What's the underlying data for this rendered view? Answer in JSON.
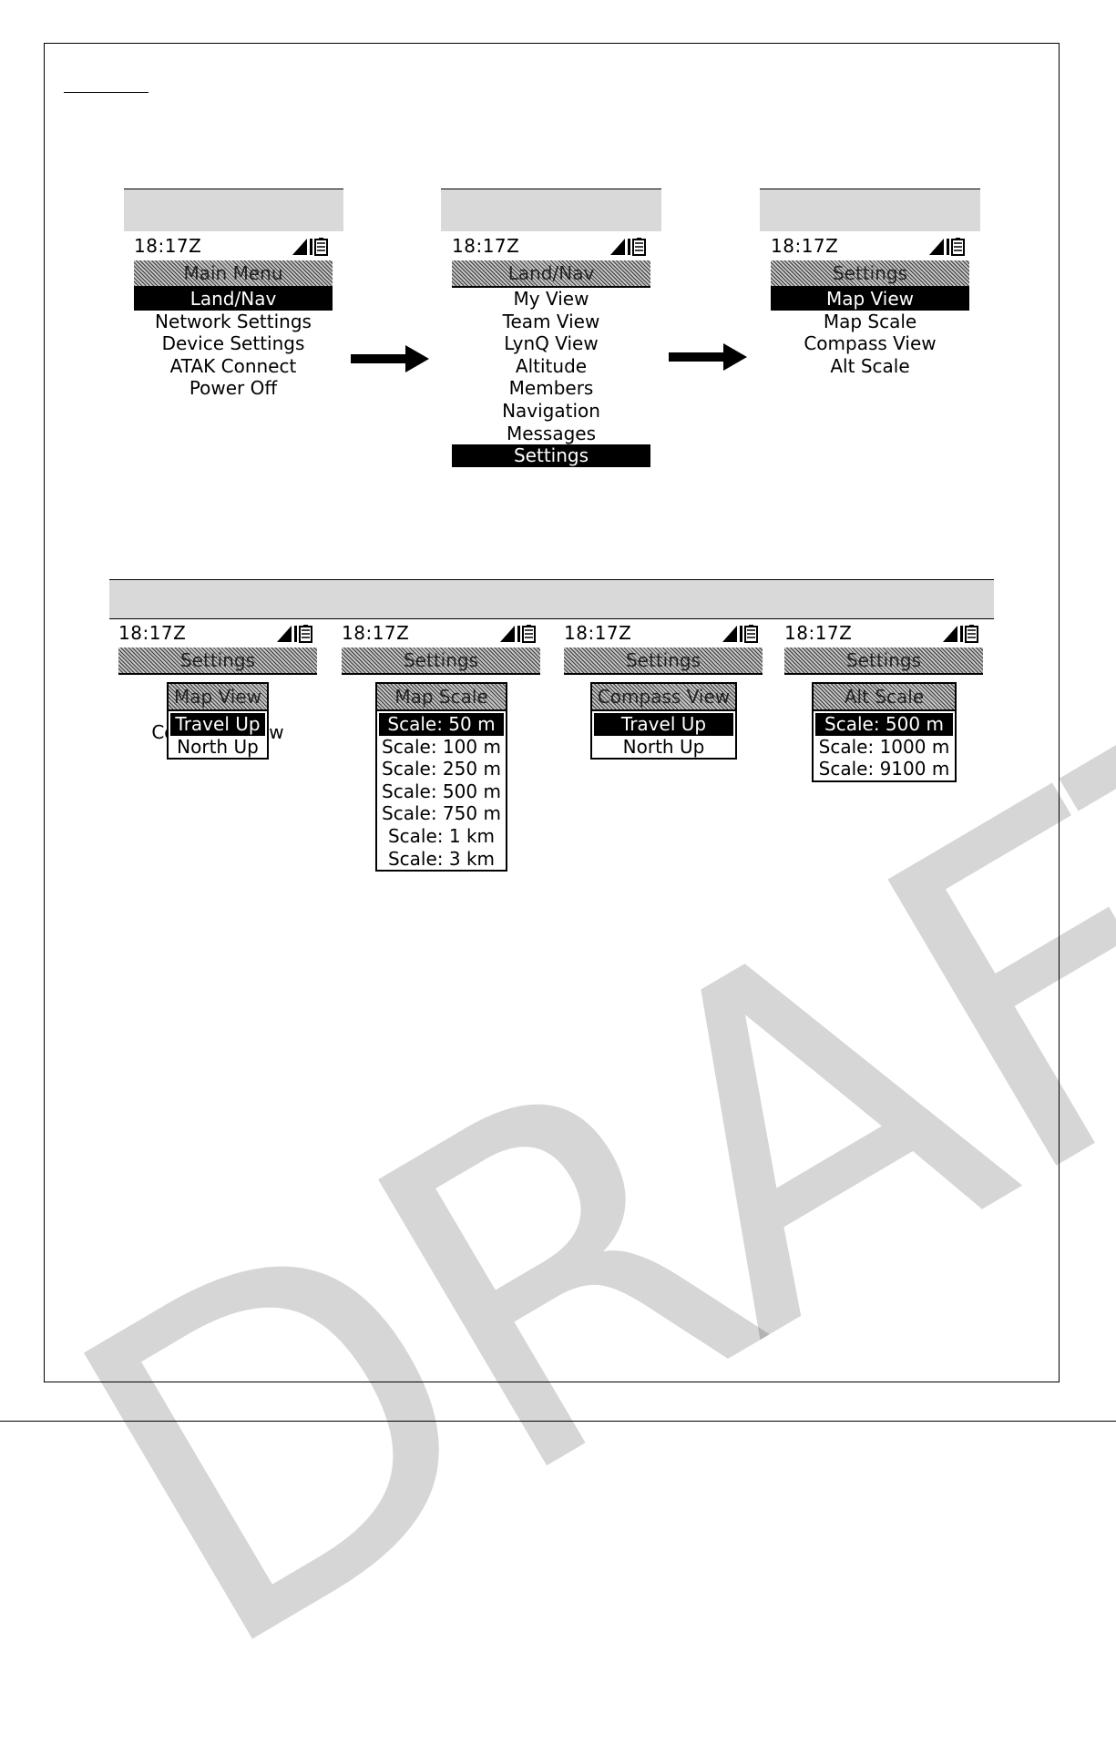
{
  "status": {
    "time": "18:17Z"
  },
  "top_flow": [
    {
      "title": "Main Menu",
      "items": [
        {
          "label": "Land/Nav",
          "selected": true
        },
        {
          "label": "Network Settings",
          "selected": false
        },
        {
          "label": "Device Settings",
          "selected": false
        },
        {
          "label": "ATAK Connect",
          "selected": false
        },
        {
          "label": "Power Off",
          "selected": false
        }
      ]
    },
    {
      "title": "Land/Nav",
      "items": [
        {
          "label": "My View",
          "selected": false
        },
        {
          "label": "Team View",
          "selected": false
        },
        {
          "label": "LynQ View",
          "selected": false
        },
        {
          "label": "Altitude",
          "selected": false
        },
        {
          "label": "Members",
          "selected": false
        },
        {
          "label": "Navigation",
          "selected": false
        },
        {
          "label": "Messages",
          "selected": false
        },
        {
          "label": "Settings",
          "selected": true
        }
      ]
    },
    {
      "title": "Settings",
      "items": [
        {
          "label": "Map View",
          "selected": true
        },
        {
          "label": "Map Scale",
          "selected": false
        },
        {
          "label": "Compass View",
          "selected": false
        },
        {
          "label": "Alt Scale",
          "selected": false
        }
      ]
    }
  ],
  "bottom_row": [
    {
      "title": "Settings",
      "popup": {
        "title": "Map View",
        "items": [
          {
            "label": "Travel Up",
            "selected": true
          },
          {
            "label": "North Up",
            "selected": false
          }
        ]
      }
    },
    {
      "title": "Settings",
      "popup": {
        "title": "Map Scale",
        "items": [
          {
            "label": "Scale: 50 m",
            "selected": true
          },
          {
            "label": "Scale: 100 m",
            "selected": false
          },
          {
            "label": "Scale: 250 m",
            "selected": false
          },
          {
            "label": "Scale: 500 m",
            "selected": false
          },
          {
            "label": "Scale: 750 m",
            "selected": false
          },
          {
            "label": "Scale: 1 km",
            "selected": false
          },
          {
            "label": "Scale: 3 km",
            "selected": false
          }
        ]
      }
    },
    {
      "title": "Settings",
      "popup": {
        "title": "Compass View",
        "items": [
          {
            "label": "Travel Up",
            "selected": true
          },
          {
            "label": "North Up",
            "selected": false
          }
        ]
      }
    },
    {
      "title": "Settings",
      "popup": {
        "title": "Alt Scale",
        "items": [
          {
            "label": "Scale: 500 m",
            "selected": true
          },
          {
            "label": "Scale: 1000 m",
            "selected": false
          },
          {
            "label": "Scale: 9100 m",
            "selected": false
          }
        ]
      }
    }
  ],
  "watermark": "DRAFT"
}
